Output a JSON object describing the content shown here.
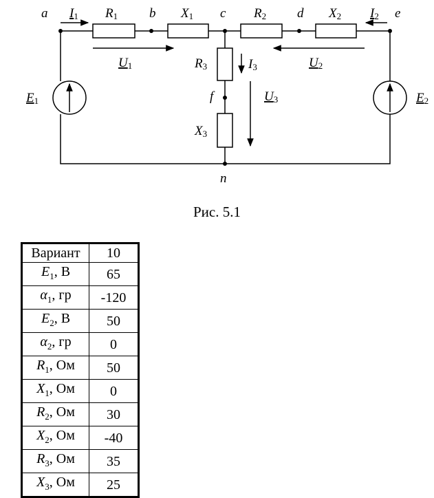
{
  "figure": {
    "caption": "Рис. 5.1",
    "nodes": {
      "a": "a",
      "b": "b",
      "c": "c",
      "d": "d",
      "e": "e",
      "f": "f",
      "n": "n"
    },
    "elements": {
      "R1_sym": "R",
      "R1_sub": "1",
      "X1_sym": "X",
      "X1_sub": "1",
      "R2_sym": "R",
      "R2_sub": "2",
      "X2_sym": "X",
      "X2_sub": "2",
      "R3_sym": "R",
      "R3_sub": "3",
      "X3_sym": "X",
      "X3_sub": "3",
      "E1_sym": "E",
      "E1_sub": "1",
      "E2_sym": "E",
      "E2_sub": "2"
    },
    "currents": {
      "I1_sym": "I",
      "I1_sub": "1",
      "I2_sym": "I",
      "I2_sub": "2",
      "I3_sym": "I",
      "I3_sub": "3"
    },
    "voltages": {
      "U1_sym": "U",
      "U1_sub": "1",
      "U2_sym": "U",
      "U2_sub": "2",
      "U3_sym": "U",
      "U3_sub": "3"
    }
  },
  "table": {
    "header": {
      "name": "Вариант",
      "value": "10"
    },
    "rows": [
      {
        "sym": "E",
        "sub": "1",
        "unit": ", В",
        "value": "65"
      },
      {
        "sym": "α",
        "sub": "1",
        "unit": ", гр",
        "value": "-120"
      },
      {
        "sym": "E",
        "sub": "2",
        "unit": ", В",
        "value": "50"
      },
      {
        "sym": "α",
        "sub": "2",
        "unit": ", гр",
        "value": "0"
      },
      {
        "sym": "R",
        "sub": "1",
        "unit": ", Ом",
        "value": "50"
      },
      {
        "sym": "X",
        "sub": "1",
        "unit": ", Ом",
        "value": "0"
      },
      {
        "sym": "R",
        "sub": "2",
        "unit": ", Ом",
        "value": "30"
      },
      {
        "sym": "X",
        "sub": "2",
        "unit": ", Ом",
        "value": "-40"
      },
      {
        "sym": "R",
        "sub": "3",
        "unit": ", Ом",
        "value": "35"
      },
      {
        "sym": "X",
        "sub": "3",
        "unit": ", Ом",
        "value": "25"
      }
    ]
  }
}
